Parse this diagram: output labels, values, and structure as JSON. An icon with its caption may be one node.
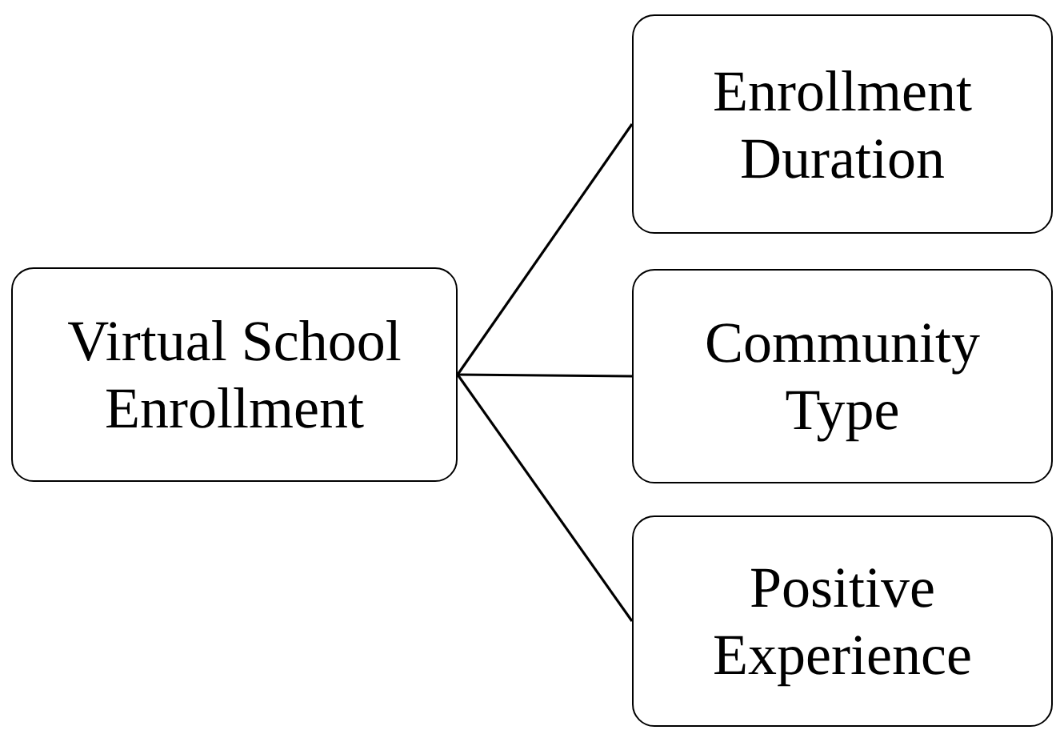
{
  "diagram": {
    "nodes": [
      {
        "text": [
          "Virtual School Enrollment"
        ]
      },
      {
        "text": [
          "Enrollment Duration"
        ]
      },
      {
        "text": [
          "Community Type"
        ]
      },
      {
        "text": [
          "Positive Experience"
        ]
      }
    ],
    "edges": [
      {
        "from": 0,
        "to": 1,
        "arrow": "none"
      },
      {
        "from": 0,
        "to": 2,
        "arrow": "none"
      },
      {
        "from": 0,
        "to": 3,
        "arrow": "none"
      }
    ]
  }
}
